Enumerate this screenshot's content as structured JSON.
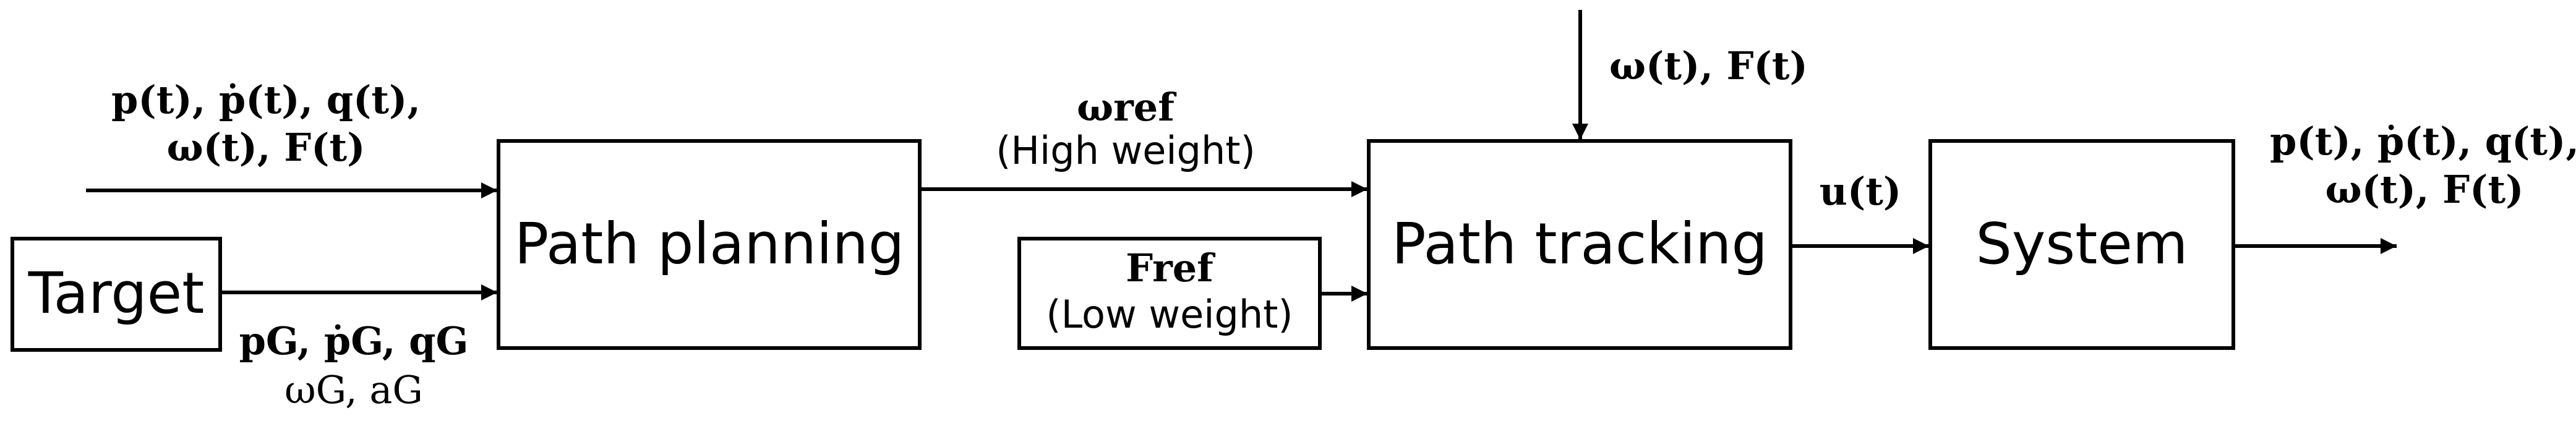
{
  "blocks": {
    "target": "Target",
    "path_planning": "Path planning",
    "path_tracking": "Path tracking",
    "system": "System"
  },
  "labels": {
    "input_state_line1": "p(t), ṗ(t), q(t),",
    "input_state_line2": "ω(t), F(t)",
    "goal_line1": "pG, ṗG, qG",
    "goal_line2": "ωG, aG",
    "omega_ref": "ωref",
    "high_weight": "(High weight)",
    "f_ref": "Fref",
    "low_weight": "(Low weight)",
    "feedback": "ω(t), F(t)",
    "control": "u(t)",
    "output_line1": "p(t), ṗ(t), q(t),",
    "output_line2": "ω(t), F(t)"
  },
  "colors": {
    "stroke": "#000000",
    "background": "#ffffff"
  }
}
